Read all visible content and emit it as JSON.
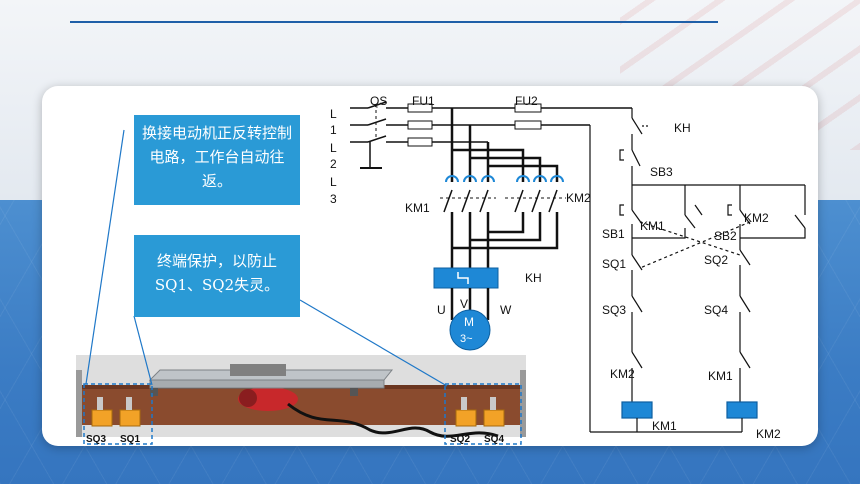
{
  "notes": {
    "note1": "换接电动机正反转控制电路，工作台自动往返。",
    "note2": "终端保护，以防止SQ1、SQ2失灵。"
  },
  "power_circuit": {
    "line_labels": [
      "L",
      "1",
      "L",
      "2",
      "L",
      "3"
    ],
    "qs": "QS",
    "fu1": "FU1",
    "fu2": "FU2",
    "km1": "KM1",
    "km2": "KM2",
    "kh": "KH",
    "u": "U",
    "v": "V",
    "w": "W",
    "motor_m": "M",
    "motor_phase": "3~"
  },
  "control_circuit": {
    "kh": "KH",
    "sb3": "SB3",
    "sb1": "SB1",
    "sb2": "SB2",
    "km1_contact": "KM1",
    "km2_contact": "KM2",
    "sq1": "SQ1",
    "sq2": "SQ2",
    "sq3": "SQ3",
    "sq4": "SQ4",
    "km2_interlock": "KM2",
    "km1_interlock": "KM1",
    "coil1": "KM1",
    "coil2": "KM2"
  },
  "machine": {
    "sq3": "SQ3",
    "sq1": "SQ1",
    "sq2": "SQ2",
    "sq4": "SQ4"
  },
  "colors": {
    "accent": "#1f5fa8",
    "note_bg": "#2a9ad6",
    "coil": "#1e88d6",
    "table": "#8a4b2e",
    "switch": "#f2a227"
  }
}
